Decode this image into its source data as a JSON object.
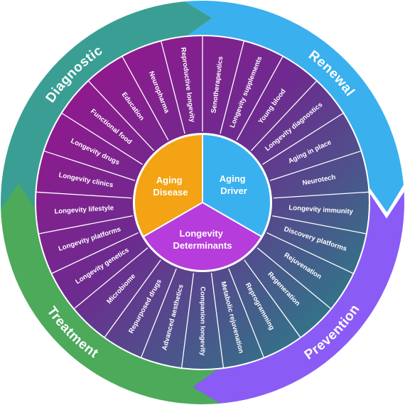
{
  "ring": {
    "diagnostic": {
      "label": "Diagnostic",
      "color": "#3a9e94"
    },
    "renewal": {
      "label": "Renewal",
      "color": "#3ab0ef"
    },
    "prevention": {
      "label": "Prevention",
      "color": "#8a5cf5"
    },
    "treatment": {
      "label": "Treatment",
      "color": "#4caa5a"
    }
  },
  "core": {
    "aging_disease": {
      "line1": "Aging",
      "line2": "Disease",
      "color": "#f3a313"
    },
    "aging_driver": {
      "line1": "Aging",
      "line2": "Driver",
      "color": "#39b1ee"
    },
    "longevity_determinants": {
      "line1": "Longevity",
      "line2": "Determinants",
      "color": "#b63ddb"
    }
  },
  "segments": [
    "Senotherapeutics",
    "Longevity supplements",
    "Young blood",
    "Longevity diagnostics",
    "Aging in place",
    "Neurotech",
    "Longevity immunity",
    "Discovery platforms",
    "Rejuvenation",
    "Regeneration",
    "Reprogramming",
    "Metabolic rejuvenation",
    "Companion longevity",
    "Advanced aesthetics",
    "Repurposed drugs",
    "Microbiome",
    "Longevity genetics",
    "Longevity platforms",
    "Longevity lifestyle",
    "Longevity clinics",
    "Longevity drugs",
    "Functional food",
    "Education",
    "Neuropharma",
    "Reproductive longevity"
  ]
}
